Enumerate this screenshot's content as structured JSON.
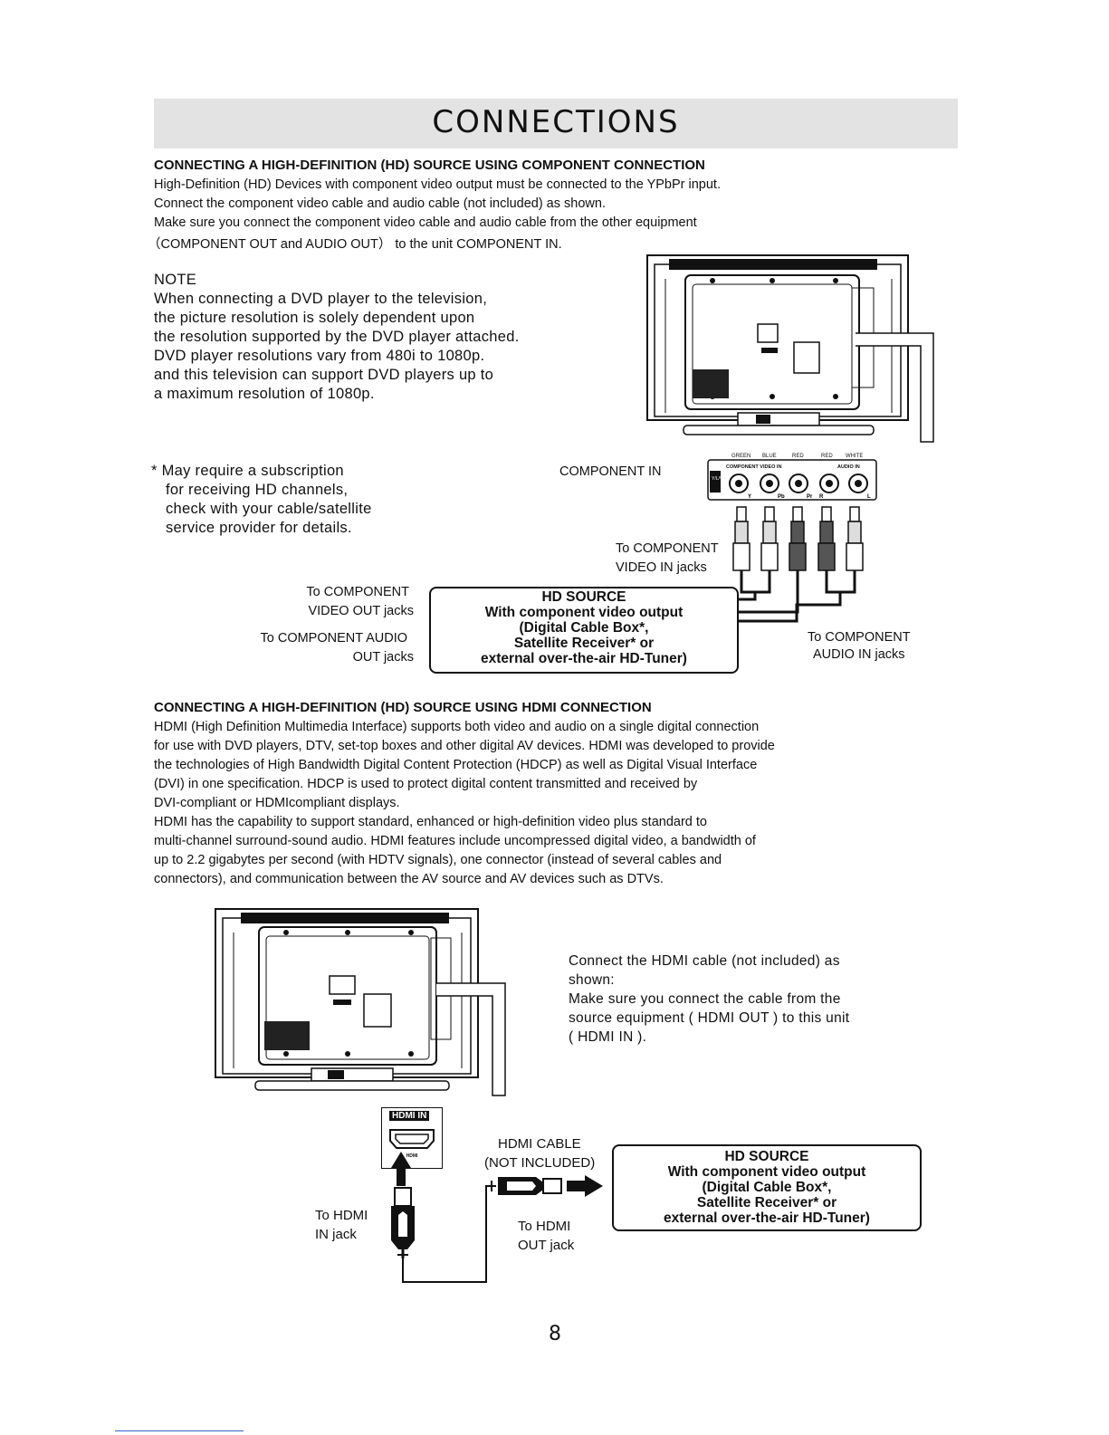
{
  "title": "CONNECTIONS",
  "component_section": {
    "heading": "CONNECTING A HIGH-DEFINITION (HD) SOURCE USING  COMPONENT CONNECTION",
    "lines": [
      "High-Definition (HD) Devices with component video output must be connected to the YPbPr  input.",
      "Connect the component video cable and audio cable (not included) as shown.",
      "Make sure you connect the component video cable and audio cable from the other equipment",
      "（COMPONENT OUT and AUDIO OUT） to the unit COMPONENT IN."
    ],
    "note": [
      "NOTE",
      "When connecting a DVD player to the television,",
      "the picture resolution is solely dependent upon",
      "the resolution supported by the DVD player attached.",
      "DVD player resolutions vary from 480i to 1080p.",
      "and this television can support DVD players up to",
      "a maximum resolution of 1080p."
    ],
    "footnote": [
      "* May require a subscription",
      "for receiving HD channels,",
      "check with your cable/satellite",
      "service provider for details."
    ],
    "labels": {
      "component_in": "COMPONENT IN",
      "to_video_in_1": "To COMPONENT",
      "to_video_in_2": "VIDEO IN jacks",
      "to_video_out_1": "To COMPONENT",
      "to_video_out_2": "VIDEO OUT jacks",
      "to_audio_out_1": "To  COMPONENT AUDIO",
      "to_audio_out_2": "OUT jacks",
      "to_audio_in_1": "To COMPONENT",
      "to_audio_in_2": "AUDIO IN jacks"
    },
    "panel": {
      "colors_top": [
        "GREEN",
        "BLUE",
        "RED",
        "RED",
        "WHITE"
      ],
      "video_label": "COMPONENT VIDEO IN",
      "audio_label": "AUDIO IN",
      "ypbpr": "Y/L/V IN",
      "jack_labels": [
        "Y",
        "Pb",
        "Pr",
        "R",
        "L"
      ]
    },
    "hd_source_box": [
      "HD SOURCE",
      "With component video output",
      "(Digital Cable Box*,",
      "Satellite Receiver* or",
      "external over-the-air HD-Tuner)"
    ]
  },
  "hdmi_section": {
    "heading": "CONNECTING A HIGH-DEFINITION (HD) SOURCE USING HDMI CONNECTION",
    "lines": [
      "HDMI (High Definition Multimedia Interface) supports both video and audio on a single digital connection",
      "for use with DVD players, DTV, set-top boxes and other digital AV devices. HDMI was developed to provide",
      " the technologies of High Bandwidth Digital Content Protection (HDCP) as well as Digital Visual Interface",
      "(DVI) in one specification. HDCP is used to protect digital content transmitted and received by",
      "DVI-compliant or HDMIcompliant displays.",
      "HDMI has the capability to support standard, enhanced or high-definition video plus standard to",
      "multi-channel surround-sound audio. HDMI features include uncompressed digital video, a bandwidth of",
      "up to 2.2 gigabytes per second (with HDTV signals), one connector (instead of several cables and",
      "connectors), and communication between the AV source and AV devices such as DTVs."
    ],
    "instructions": [
      "Connect the HDMI cable (not included) as",
      "shown:",
      "Make sure you connect the cable from the",
      "source equipment ( HDMI OUT ) to this unit",
      "( HDMI IN )."
    ],
    "labels": {
      "hdmi_in_port": "HDMI IN",
      "port_small": "HDMI",
      "cable_1": "HDMI CABLE",
      "cable_2": "(NOT INCLUDED)",
      "to_in_1": "To HDMI",
      "to_in_2": "IN jack",
      "to_out_1": "To HDMI",
      "to_out_2": "OUT jack"
    },
    "hd_source_box": [
      "HD SOURCE",
      "With component video output",
      "(Digital Cable Box*,",
      "Satellite Receiver* or",
      "external over-the-air HD-Tuner)"
    ]
  },
  "page_number": "8"
}
